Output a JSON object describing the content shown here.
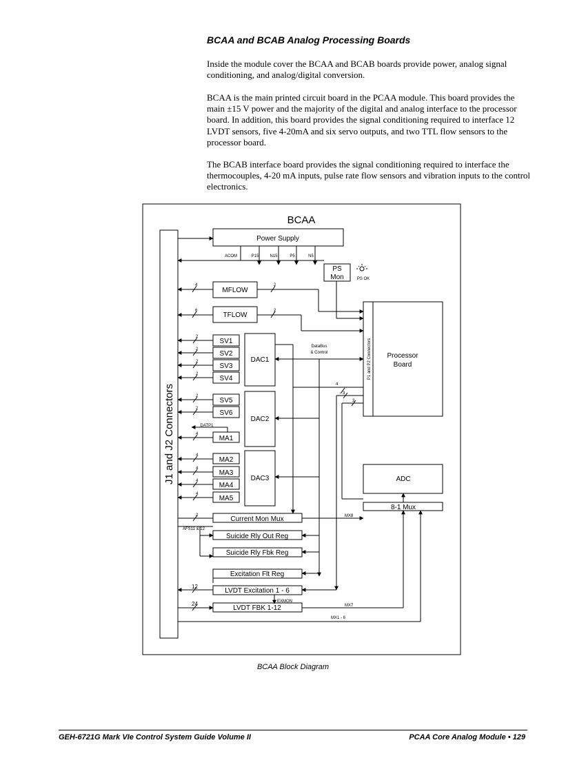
{
  "section": {
    "heading": "BCAA and BCAB Analog Processing Boards",
    "paragraphs": [
      "Inside the module cover the BCAA and BCAB boards provide power, analog signal conditioning, and analog/digital conversion.",
      "BCAA is the main printed circuit board in the PCAA module. This board provides the main ±15 V power and the majority of the digital and analog interface to the processor board. In addition, this board provides the signal conditioning required to interface 12 LVDT sensors, five 4-20mA and six servo outputs, and two TTL flow sensors to the processor board.",
      "The BCAB interface board provides the signal conditioning required to interface the thermocouples, 4-20 mA inputs, pulse rate flow sensors and vibration inputs to the control electronics."
    ]
  },
  "diagram": {
    "title": "BCAA",
    "connector_label": "J1 and J2 Connectors",
    "power_supply": "Power Supply",
    "rails": [
      "ACOM",
      "P15",
      "N15",
      "P5",
      "N5"
    ],
    "ps_mon": [
      "PS",
      "Mon"
    ],
    "ps_ok": "PS OK",
    "mflow": "MFLOW",
    "tflow": "TFLOW",
    "servos": [
      "SV1",
      "SV2",
      "SV3",
      "SV4",
      "SV5",
      "SV6"
    ],
    "ma": [
      "MA1",
      "MA2",
      "MA3",
      "MA4",
      "MA5"
    ],
    "dacs": [
      "DAC1",
      "DAC2",
      "DAC3"
    ],
    "databus": [
      "DataBus",
      "& Control"
    ],
    "p_connectors": "P1 and P2 Connectors",
    "processor": [
      "Processor",
      "Board"
    ],
    "adc": "ADC",
    "mux": "8-1 Mux",
    "current_mon_mux": "Current Mon Mux",
    "suicide_out": "Suicide Rly Out Reg",
    "suicide_fbk": "Suicide Rly Fbk Reg",
    "excitation_flt": "Excitation Flt Reg",
    "lvdt_exc": "LVDT Excitation 1 - 6",
    "lvdt_fbk": "LVDT FBK 1-12",
    "datp1": "DATP1",
    "afs": "AFS11 & 12",
    "exmon": "EXMON",
    "mx8": "MX8",
    "mx7": "MX7",
    "mx1_6": "MX1 - 6",
    "bus_widths": {
      "mflow_in": "4",
      "mflow_out": "2",
      "tflow_in": "6",
      "tflow_out": "2",
      "sv": "2",
      "ma1": "4",
      "ma": "4",
      "afs": "2",
      "lvdt_exc": "12",
      "lvdt_fbk": "24",
      "p4": "4",
      "p3a": "3",
      "p3b": "3"
    }
  },
  "caption": "BCAA Block Diagram",
  "footer": {
    "left": "GEH-6721G Mark VIe Control System Guide Volume II",
    "right": "PCAA Core Analog Module • 129"
  }
}
